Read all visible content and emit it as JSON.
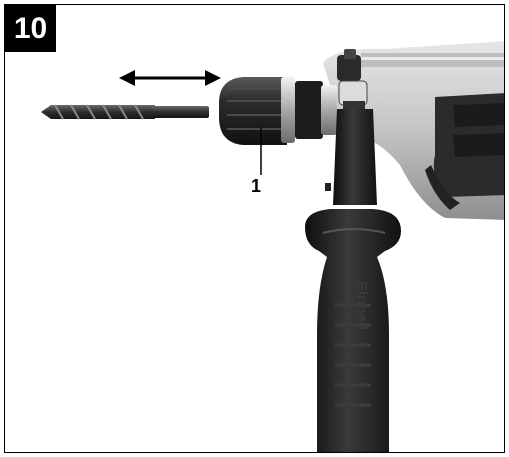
{
  "figure": {
    "number": "10"
  },
  "callouts": {
    "chuck_label": "1"
  },
  "logo": {
    "handle_text": "Einhell"
  },
  "colors": {
    "frame": "#000000",
    "badge_bg": "#000000",
    "badge_text": "#ffffff",
    "drill_body": "#c8c8c8",
    "drill_dark": "#2a2a2a"
  }
}
